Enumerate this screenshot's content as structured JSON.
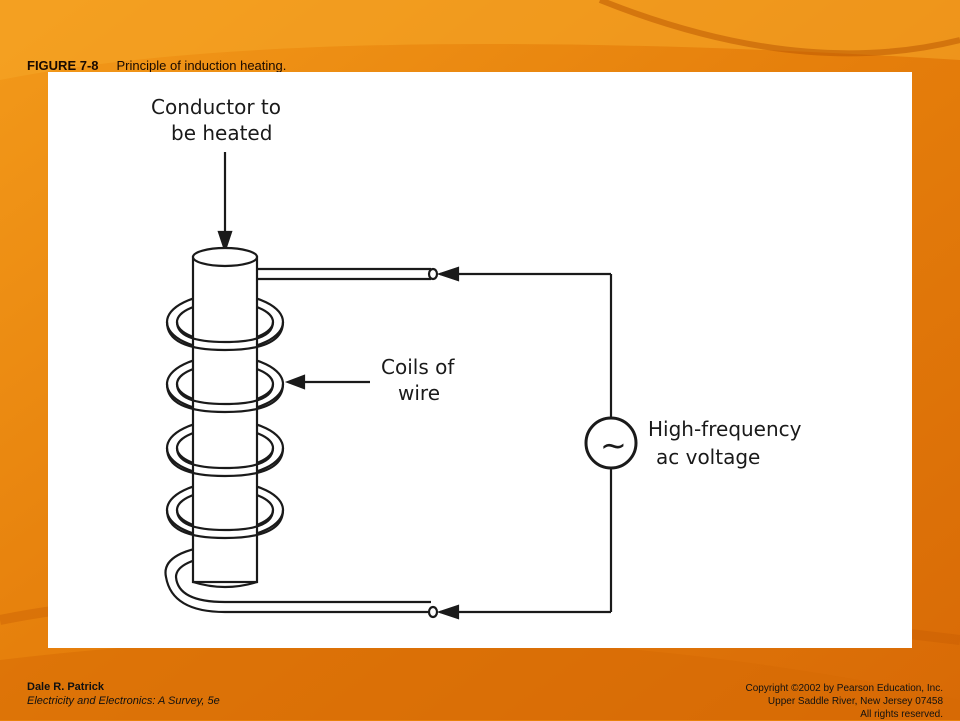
{
  "caption": {
    "figure": "FIGURE 7-8",
    "title": "Principle of induction heating."
  },
  "diagram": {
    "conductor_label_line1": "Conductor to",
    "conductor_label_line2": "be heated",
    "coils_label_line1": "Coils of",
    "coils_label_line2": "wire",
    "source_label_line1": "High-frequency",
    "source_label_line2": "ac voltage",
    "source_symbol": "~"
  },
  "footer": {
    "author": "Dale R. Patrick",
    "book": "Electricity and Electronics: A Survey, 5e",
    "copyright": "Copyright ©2002 by Pearson Education, Inc.",
    "address": "Upper Saddle River, New Jersey 07458",
    "rights": "All rights reserved."
  },
  "colors": {
    "background": "#e8820c",
    "panel": "#ffffff",
    "ink": "#1a1a1a"
  }
}
